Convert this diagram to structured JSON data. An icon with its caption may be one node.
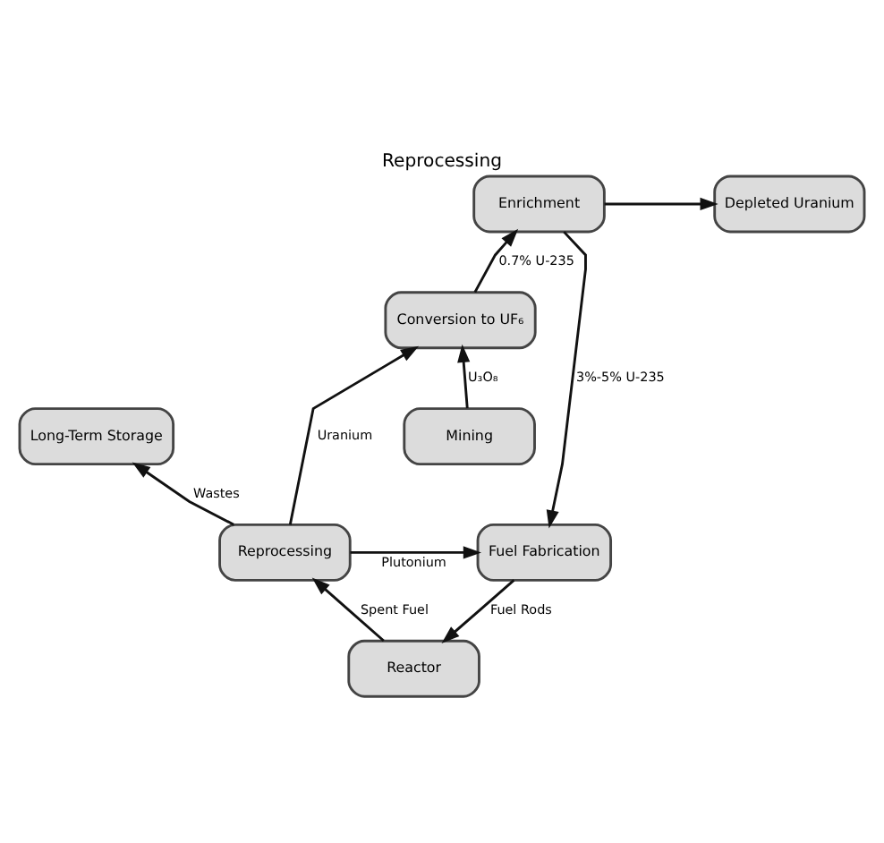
{
  "diagram": {
    "title": "Reprocessing",
    "nodes": [
      {
        "text": [
          "Reactor"
        ]
      },
      {
        "text": [
          "Fuel Fabrication"
        ]
      },
      {
        "text": [
          "Reprocessing"
        ]
      },
      {
        "text": [
          "Depleted Uranium"
        ]
      },
      {
        "text": [
          "Enrichment"
        ]
      },
      {
        "text": [
          "Conversion to UF₆"
        ]
      },
      {
        "text": [
          "Mining"
        ]
      },
      {
        "text": [
          "Long-Term Storage"
        ]
      }
    ],
    "edges": [
      {
        "from": 1,
        "to": 0,
        "arrow": "to",
        "label": "Fuel Rods"
      },
      {
        "from": 0,
        "to": 2,
        "arrow": "to",
        "label": "Spent Fuel"
      },
      {
        "from": 2,
        "to": 1,
        "arrow": "to",
        "label": "Plutonium"
      },
      {
        "from": 4,
        "to": 3,
        "arrow": "to"
      },
      {
        "from": 4,
        "to": 1,
        "arrow": "to",
        "label": "3%-5% U-235"
      },
      {
        "from": 5,
        "to": 4,
        "arrow": "to",
        "label": "0.7% U-235"
      },
      {
        "from": 2,
        "to": 5,
        "arrow": "to",
        "label": "Uranium"
      },
      {
        "from": 6,
        "to": 5,
        "arrow": "to",
        "label": "U₃O₈"
      },
      {
        "from": 2,
        "to": 7,
        "arrow": "to",
        "label": "Wastes"
      }
    ]
  }
}
